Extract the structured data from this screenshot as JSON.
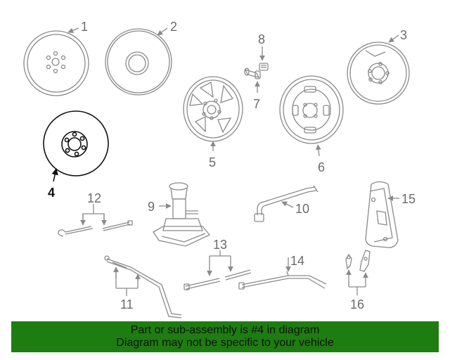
{
  "callouts": {
    "c1": "1",
    "c2": "2",
    "c3": "3",
    "c4": "4",
    "c5": "5",
    "c6": "6",
    "c7": "7",
    "c8": "8",
    "c9": "9",
    "c10": "10",
    "c11": "11",
    "c12": "12",
    "c13": "13",
    "c14": "14",
    "c15": "15",
    "c16": "16"
  },
  "highlight_color": "#111111",
  "part_color": "#8a8a8a",
  "banner": {
    "line1": "Part or sub-assembly is #4 in diagram",
    "line2": "Diagram may not be specific to your vehicle",
    "background": "#1e7d11"
  }
}
